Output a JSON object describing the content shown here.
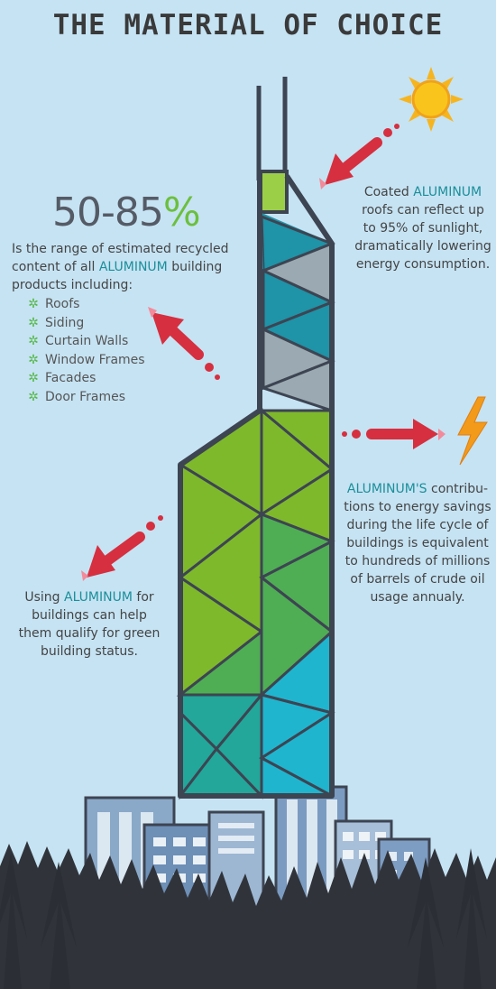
{
  "title": "THE MATERIAL OF CHOICE",
  "stat": {
    "range": "50-85",
    "percent": "%"
  },
  "recycled": {
    "line1": "Is the range of estimated recycled",
    "line2_pre": "content of all ",
    "aluminum": "ALUMINUM",
    "line2_post": " building",
    "line3": "products including:",
    "items": [
      "Roofs",
      "Siding",
      "Curtain Walls",
      "Window Frames",
      "Facades",
      "Door Frames"
    ]
  },
  "roofs": {
    "pre": "Coated ",
    "aluminum": "ALUMINUM",
    "line2": "roofs can reflect up",
    "line3": "to 95% of sunlight,",
    "line4": "dramatically lowering",
    "line5": "energy consumption."
  },
  "energy": {
    "aluminum": "ALUMINUM'S",
    "line1_post": " contribu-",
    "line2": "tions to energy savings",
    "line3": "during the life cycle of",
    "line4": "buildings is equivalent",
    "line5": "to hundreds of millions",
    "line6": "of barrels of crude oil",
    "line7": "usage annualy."
  },
  "green": {
    "pre": "Using ",
    "aluminum": "ALUMINUM",
    "post": " for",
    "line2": "buildings can help",
    "line3": "them qualify for green",
    "line4": "building status."
  },
  "colors": {
    "background": "#c6e3f3",
    "accent_aluminum": "#1b8f9a",
    "percent_green": "#6cbf3e",
    "arrow_red": "#d62f3f",
    "tower_frame": "#3d4452",
    "sun": "#f6b51f",
    "bolt": "#f39a1a"
  },
  "icons": [
    "sun-icon",
    "lightning-bolt-icon",
    "arrow-icon",
    "recycle-bullet-icon",
    "tree-icon",
    "building-icon"
  ]
}
